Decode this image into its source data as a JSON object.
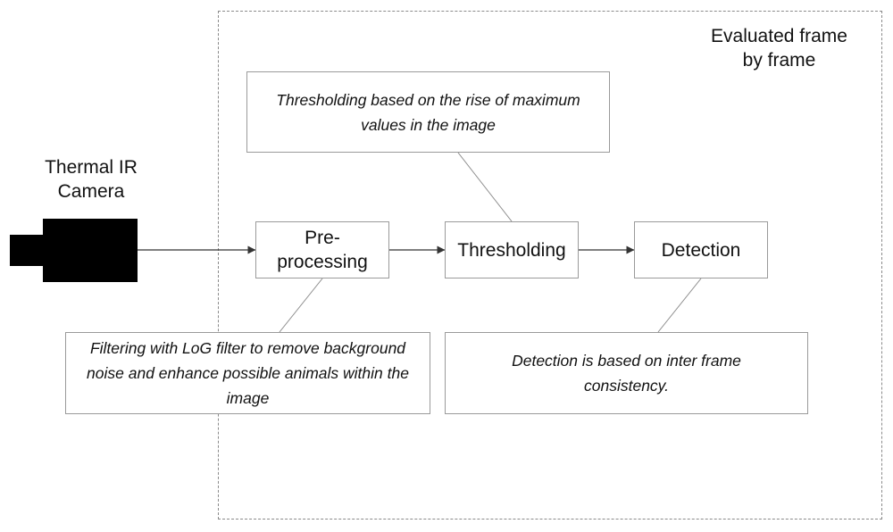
{
  "frame": {
    "label": "Evaluated frame\nby frame"
  },
  "camera": {
    "label": "Thermal IR\nCamera",
    "icon": "camera-icon"
  },
  "steps": {
    "preprocessing": "Pre-\nprocessing",
    "thresholding": "Thresholding",
    "detection": "Detection"
  },
  "notes": {
    "preprocessing": "Filtering with LoG filter to remove background noise and enhance possible animals within the image",
    "thresholding": "Thresholding based on the rise of maximum values in the image",
    "detection": "Detection is based on inter frame consistency."
  }
}
